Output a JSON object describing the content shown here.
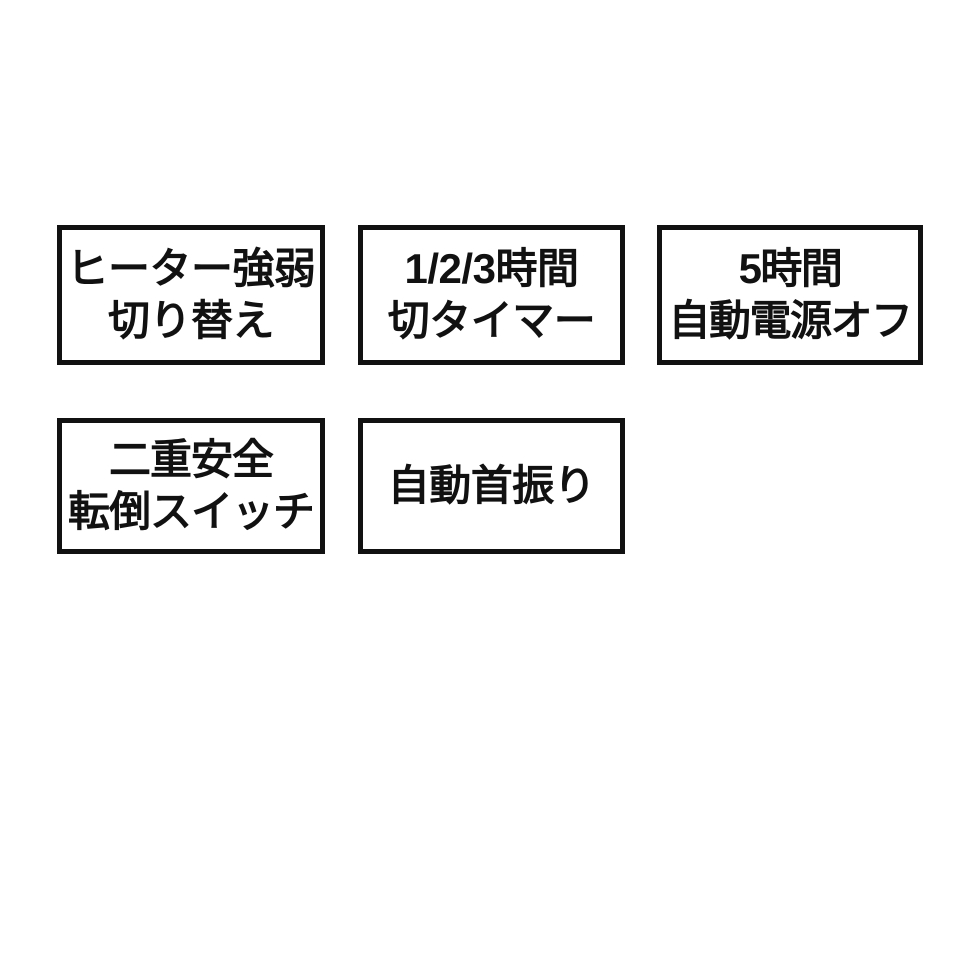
{
  "page": {
    "background_color": "#ffffff",
    "text_color": "#111111",
    "border_color": "#111111",
    "layout": "feature-badge-grid",
    "rows": 2,
    "columns": 3
  },
  "badges": [
    {
      "id": "heater-power-switch",
      "name": "ヒーター強弱切り替え",
      "lines": [
        "ヒーター強弱",
        "切り替え"
      ]
    },
    {
      "id": "off-timer",
      "name": "1/2/3時間切タイマー",
      "lines": [
        "1/2/3時間",
        "切タイマー"
      ]
    },
    {
      "id": "auto-power-off",
      "name": "5時間自動電源オフ",
      "lines": [
        "5時間",
        "自動電源オフ"
      ]
    },
    {
      "id": "double-safety-tipover-switch",
      "name": "二重安全転倒スイッチ",
      "lines": [
        "二重安全",
        "転倒スイッチ"
      ]
    },
    {
      "id": "auto-oscillation",
      "name": "自動首振り",
      "lines": [
        "自動首振り"
      ]
    }
  ]
}
